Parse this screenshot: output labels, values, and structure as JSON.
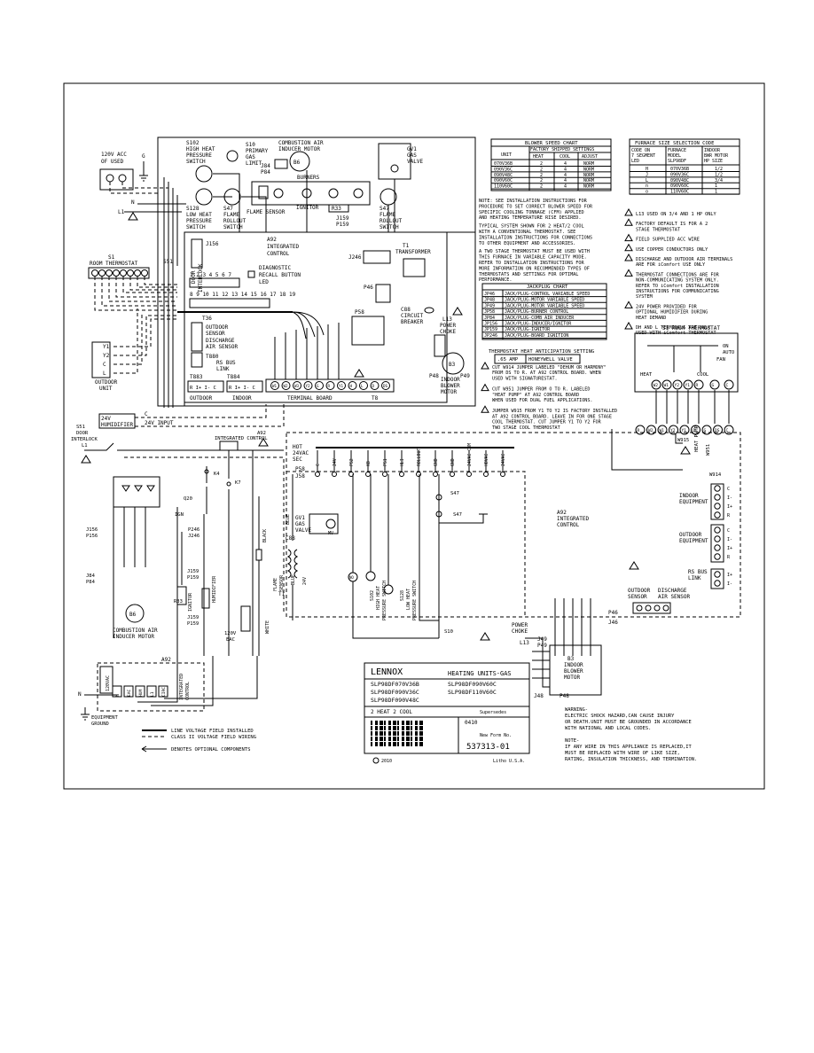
{
  "supply": {
    "label1": "120V ACC",
    "label2": "OF USED",
    "ground": "G",
    "n": "N",
    "l1": "L1"
  },
  "components": {
    "s102": [
      "S102",
      "HIGH HEAT",
      "PRESSURE",
      "SWITCH"
    ],
    "s10": [
      "S10",
      "PRIMARY",
      "GAS",
      "LIMIT"
    ],
    "b6": [
      "COMBUSTION AIR",
      "INDUCER MOTOR"
    ],
    "b6_id": "B6",
    "j84p84": [
      "J84",
      "P84"
    ],
    "gv1": [
      "GV1",
      "GAS",
      "VALVE"
    ],
    "burners": "BURNERS",
    "s128": [
      "S128",
      "LOW HEAT",
      "PRESSURE",
      "SWITCH"
    ],
    "s47a": [
      "S47",
      "FLAME",
      "ROLLOUT",
      "SWITCH"
    ],
    "flame_sensor": "FLAME SENSOR",
    "ignitor": "IGNITOR",
    "r33": "R33",
    "j159p159": [
      "J159",
      "P159"
    ],
    "s47b": [
      "S47",
      "FLAME",
      "ROLLOUT",
      "SWITCH"
    ],
    "s1": [
      "S1",
      "ROOM THERMOSTAT"
    ],
    "s51": "S51",
    "door": [
      "DOOR",
      "INTERLOCK"
    ],
    "j156": "J156",
    "a92": [
      "A92",
      "INTEGRATED",
      "CONTROL"
    ],
    "diag": [
      "DIAGNOSTIC",
      "RECALL BUTTON"
    ],
    "led": "LED",
    "j246": "J246",
    "t1": [
      "T1",
      "TRANSFORMER"
    ],
    "p46": "P46",
    "pins_top": "1 2 3 4 5 6 7",
    "pins_bottom": "8 9 10 11 12 13 14 15 16 17 18 19",
    "t36": "T36",
    "outdoor_sensor": [
      "OUTDOOR",
      "SENSOR"
    ],
    "discharge_sensor": [
      "DISCHARGE",
      "AIR SENSOR"
    ],
    "t880": "T880",
    "rs_bus": [
      "RS BUS",
      "LINK"
    ],
    "t883": "T883",
    "t884": "T884",
    "outdoor": "OUTDOOR",
    "indoor": "INDOOR",
    "rsi": "R  I+  I-  C",
    "terminal_board": "TERMINAL BOARD",
    "t8": "T8",
    "terminals": [
      "W1",
      "W2",
      "W3",
      "Y2",
      "G",
      "R",
      "Y1",
      "H",
      "L",
      "D",
      "DS"
    ],
    "p58": "P58",
    "c88": [
      "C88",
      "CIRCUIT",
      "BREAKER"
    ],
    "l13": [
      "L13",
      "POWER",
      "CHOKE"
    ],
    "b3": [
      "B3",
      "INDOOR",
      "BLOWER",
      "MOTOR"
    ],
    "p48p49": [
      "P48",
      "P49"
    ],
    "outdoor_unit": [
      "OUTDOOR",
      "UNIT"
    ],
    "y1y2cl": [
      "Y1",
      "Y2",
      "C",
      "L"
    ],
    "humidifier": [
      "24V",
      "HUMIDIFIER"
    ],
    "input24": "24V INPUT",
    "c": "C"
  },
  "blower_table": {
    "title": "BLOWER SPEED CHART",
    "headers": [
      "UNIT",
      "FACTORY SHIPPED SETTINGS",
      "HEAT",
      "COOL",
      "ADJUST"
    ],
    "rows": [
      [
        "070V36B",
        "2",
        "4",
        "NORM"
      ],
      [
        "090V36C",
        "2",
        "4",
        "NORM"
      ],
      [
        "090V48C",
        "2",
        "4",
        "NORM"
      ],
      [
        "090V60C",
        "2",
        "4",
        "NORM"
      ],
      [
        "110V60C",
        "2",
        "4",
        "NORM"
      ]
    ]
  },
  "furnace_table": {
    "title": "FURNACE SIZE SELECTION CODE",
    "headers": [
      "CODE ON",
      "7 SEGMENT",
      "LED",
      "FURNACE",
      "MODEL",
      "SLP98DF",
      "INDOOR",
      "BWR MOTOR",
      "HP SIZE"
    ],
    "rows": [
      [
        "H",
        "070V36B",
        "1/2"
      ],
      [
        "J",
        "090V36C",
        "1/2"
      ],
      [
        "L",
        "090V48C",
        "3/4"
      ],
      [
        "n",
        "090V60C",
        "1"
      ],
      [
        "o",
        "110V60C",
        "1"
      ]
    ]
  },
  "notes_top": [
    "NOTE: SEE INSTALLATION INSTRUCTIONS FOR",
    "PROCEDURE TO SET CORRECT BLOWER SPEED FOR",
    "SPECIFIC COOLING TONNAGE (CFM) APPLIED",
    "AND HEATING TEMPERATURE RISE DESIRED.",
    "TYPICAL SYSTEM SHOWN FOR 2 HEAT/2 COOL",
    "WITH A CONVENTIONAL THERMOSTAT. SEE",
    "INSTALLATION INSTRUCTIONS FOR CONNECTIONS",
    "TO OTHER EQUIPMENT AND ACCESSORIES.",
    "A TWO STAGE THERMOSTAT MUST BE USED WITH",
    "THIS FURNACE IN VARIABLE CAPACITY MODE.",
    "REFER TO INSTALLATION INSTRUCTIONS FOR",
    "MORE INFORMATION ON RECOMMENDED TYPES OF",
    "THERMOSTATS AND SETTINGS FOR OPTIMAL",
    "PERFORMANCE."
  ],
  "jackplug": {
    "title": "JACKPLUG CHART",
    "rows": [
      [
        "JP46",
        "JACK/PLUG-CONTROL VARIABLE SPEED"
      ],
      [
        "JP48",
        "JACK/PLUG-MOTOR VARIABLE SPEED"
      ],
      [
        "JP49",
        "JACK/PLUG-MOTOR VARIABLE SPEED"
      ],
      [
        "JP58",
        "JACK/PLUG-BURNER CONTROL"
      ],
      [
        "JP84",
        "JACK/PLUG-COMB AIR INDUCER"
      ],
      [
        "JP156",
        "JACK/PLUG-INDUCER/IGNITOR"
      ],
      [
        "JP159",
        "JACK/PLUG-IGNITOR"
      ],
      [
        "JP246",
        "JACK/PLUG-BOARD IGNITION"
      ]
    ]
  },
  "anticipation": {
    "title": "THERMOSTAT HEAT ANTICIPATION SETTING",
    "c1": ".65 AMP",
    "c2": "HONEYWELL VALVE"
  },
  "cut_notes": [
    [
      "CUT W914 JUMPER LABELED \"DEHUM OR HARMONY\"",
      "FROM DS TO R. AT A92 CONTROL BOARD. WHEN",
      "USED WITH SIGNATURESTAT."
    ],
    [
      "CUT W951 JUMPER FROM O TO R. LABELED",
      "\"HEAT PUMP\" AT A92 CONTROL BOARD",
      "WHEN USED FOR DUAL FUEL APPLICATIONS."
    ],
    [
      "JUMPER W915 FROM Y1 TO Y2 IS FACTORY INSTALLED",
      "AT A92 CONTROL BOARD. LEAVE IN FOR ONE STAGE",
      "COOL THERMOSTAT. CUT JUMPER Y1 TO Y2 FOR",
      "TWO STAGE COOL THERMOSTAT"
    ]
  ],
  "legend_notes": [
    [
      "L13 USED ON 3/4 AND 1 HP ONLY"
    ],
    [
      "FACTORY DEFAULT IS FOR A 2",
      "STAGE THERMOSTAT"
    ],
    [
      "FIELD SUPPLIED ACC WIRE"
    ],
    [
      "USE COPPER CONDUCTORS ONLY"
    ],
    [
      "DISCHARGE AND OUTDOOR AIR TERMINALS",
      "ARE FOR iComfort USE ONLY"
    ],
    [
      "THERMOSTAT CONNECTIONS ARE FOR",
      "NON-COMMUNICATING SYSTEM ONLY.",
      "REFER TO iComfort INSTALLATION",
      "INSTRUCTIONS FOR COMMUNICATING",
      "SYSTEM"
    ],
    [
      "24V POWER PROVIDED FOR",
      "OPTIONAL HUMIDIFIER DURING",
      "HEAT DEMAND"
    ],
    [
      "DH AND L TERMINALS ARE ONLY",
      "USED WITH iComfort THERMOSTAT"
    ]
  ],
  "room_stat": {
    "title": "S1  ROOM THERMOSTAT",
    "heat": "HEAT",
    "cool": "COOL",
    "fan": "FAN",
    "on": "ON",
    "auto": "AUTO",
    "terminals": [
      "W2",
      "W1",
      "Y2",
      "Y1",
      "R",
      "G",
      "C"
    ],
    "w915": "W915",
    "heat_pump": "HEAT PUMP",
    "w951": "W951",
    "w914": "W914",
    "bottom_terms": [
      "R",
      "W2",
      "W1",
      "Y2",
      "Y1",
      "O",
      "G",
      "DS",
      "C"
    ]
  },
  "ladder": {
    "hot": [
      "HOT",
      "24VAC",
      "SEC"
    ],
    "p58j58": [
      "P58",
      "J58"
    ],
    "cols": [
      "C",
      "24V",
      "PS2",
      "K8",
      "PS1",
      "HLI",
      "ROLLOUT",
      "GND",
      "GND",
      "24VAC COM",
      "HOVAC",
      "24VAC"
    ],
    "s47": "S47",
    "gv1": [
      "GV1",
      "GAS",
      "VALVE"
    ],
    "mv": "MV",
    "s102": [
      "S102",
      "HIGH HEAT",
      "PRESSURE SWITCH"
    ],
    "s128": [
      "S128",
      "LOW HEAT",
      "PRESSURE SWITCH"
    ],
    "no": "NO",
    "s10": "S10",
    "flame": [
      "FLAME",
      "SENSOR"
    ],
    "t1": "T1",
    "blue": "BLUE",
    "black": "BLACK",
    "white": "WHITE",
    "c88": "C88",
    "v120": "120V",
    "v24": "24V",
    "ss1": "S51",
    "door": [
      "DOOR",
      "INTERLOCK"
    ],
    "l1": "L1",
    "int_control": "INTEGRATED CONTROL",
    "a92": "A92",
    "k4": "K4",
    "k7": "K7",
    "q20": "Q20",
    "ign": "IGN",
    "j156p156": [
      "J156",
      "P156"
    ],
    "p246j246": [
      "P246",
      "J246"
    ],
    "r33": "R33",
    "ignitor": "IGNITOR",
    "j159p159": [
      "J159",
      "P159"
    ],
    "j84p84": [
      "J84",
      "P84"
    ],
    "b6": "B6",
    "comb": [
      "COMBUSTION AIR",
      "INDUCER MOTOR"
    ],
    "eac_bottom": [
      "120V",
      "EAC"
    ],
    "humidifier": "HUMIDIFIER",
    "a92_bottom": "A92",
    "bottom_terms": [
      "N",
      "EAC",
      "HUM",
      "L1",
      "CIRC"
    ],
    "v120box": "120VAC",
    "integrated": [
      "INTEGRATED",
      "CONTROL"
    ],
    "n": "N",
    "ground": [
      "EQUIPMENT",
      "GROUND"
    ]
  },
  "right_lower": {
    "a92": [
      "A92",
      "INTEGRATED",
      "CONTROL"
    ],
    "indoor_eq": [
      "INDOOR",
      "EQUIPMENT"
    ],
    "outdoor_eq": [
      "OUTDOOR",
      "EQUIPMENT"
    ],
    "eq_terms": [
      "C",
      "I-",
      "I+",
      "R"
    ],
    "rsbus": [
      "RS BUS",
      "LINK"
    ],
    "rsbus_terms": [
      "I+",
      "I-"
    ],
    "outdoor_sensor": [
      "OUTDOOR",
      "SENSOR"
    ],
    "discharge": [
      "DISCHARGE",
      "AIR SENSOR"
    ],
    "p46j46": [
      "P46",
      "J46"
    ],
    "l13": [
      "POWER",
      "CHOKE"
    ],
    "l13id": "L13",
    "j49p49": [
      "J49",
      "P49"
    ],
    "b3": [
      "B3",
      "INDOOR",
      "BLOWER",
      "MOTOR"
    ],
    "j48p48": [
      "J48",
      "P48"
    ]
  },
  "legend_bottom": {
    "line1": "LINE VOLTAGE FIELD INSTALLED",
    "line2": "CLASS II VOLTAGE FIELD WIRING",
    "line3": "DENOTES OPTIONAL COMPONENTS"
  },
  "title_block": {
    "brand": "LENNOX",
    "title": "HEATING UNITS-GAS",
    "models_left": [
      "SLP98DF070V36B",
      "SLP98DF090V36C",
      "SLP98DF090V48C"
    ],
    "models_right": [
      "SLP98DF090V60C",
      "SLP98DF110V60C"
    ],
    "config": "2 HEAT 2 COOL",
    "supersedes_label": "Supersedes",
    "supersedes": "0410",
    "form_label": "New Form No.",
    "form_no": "537313-01",
    "copyright": "2010",
    "litho": "Litho U.S.A."
  },
  "warning": [
    "WARNING-",
    "ELECTRIC SHOCK HAZARD,CAN CAUSE INJURY",
    "OR DEATH.UNIT MUST BE GROUNDED IN ACCORDANCE",
    "WITH NATIONAL AND LOCAL CODES.",
    "",
    "NOTE-",
    "IF ANY WIRE IN THIS APPLIANCE IS REPLACED,IT",
    "MUST BE REPLACED WITH WIRE OF LIKE SIZE,",
    "RATING, INSULATION THICKNESS, AND TERMINATION."
  ]
}
